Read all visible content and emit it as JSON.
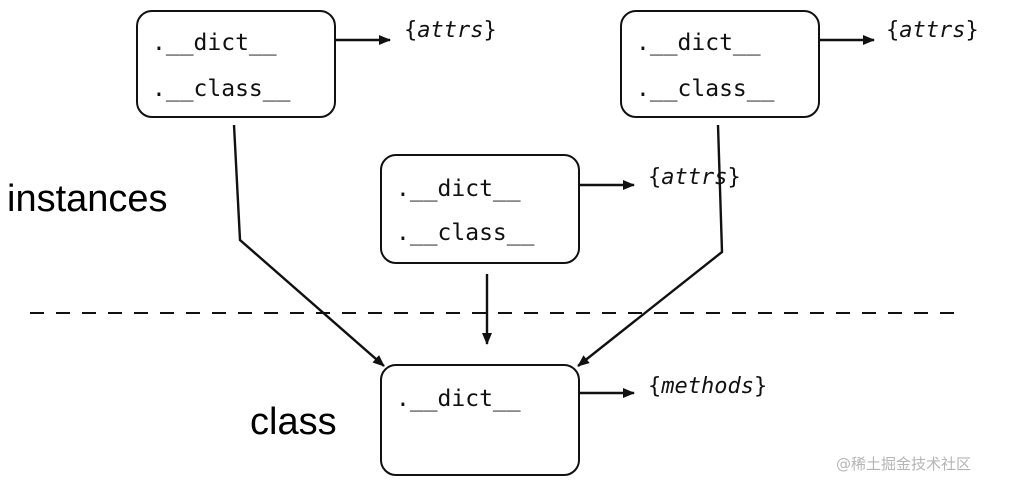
{
  "labels": {
    "instances": "instances",
    "class": "class"
  },
  "instance_boxes": [
    {
      "dict_label": ".__dict__",
      "class_label": ".__class__",
      "open": "{",
      "target": "attrs",
      "close": "}"
    },
    {
      "dict_label": ".__dict__",
      "class_label": ".__class__",
      "open": "{",
      "target": "attrs",
      "close": "}"
    },
    {
      "dict_label": ".__dict__",
      "class_label": ".__class__",
      "open": "{",
      "target": "attrs",
      "close": "}"
    }
  ],
  "class_box": {
    "dict_label": ".__dict__",
    "open": "{",
    "target": "methods",
    "close": "}"
  },
  "watermark": "@稀土掘金技术社区",
  "colors": {
    "line": "#111111",
    "watermark": "#b5b5b5",
    "background": "#ffffff"
  }
}
